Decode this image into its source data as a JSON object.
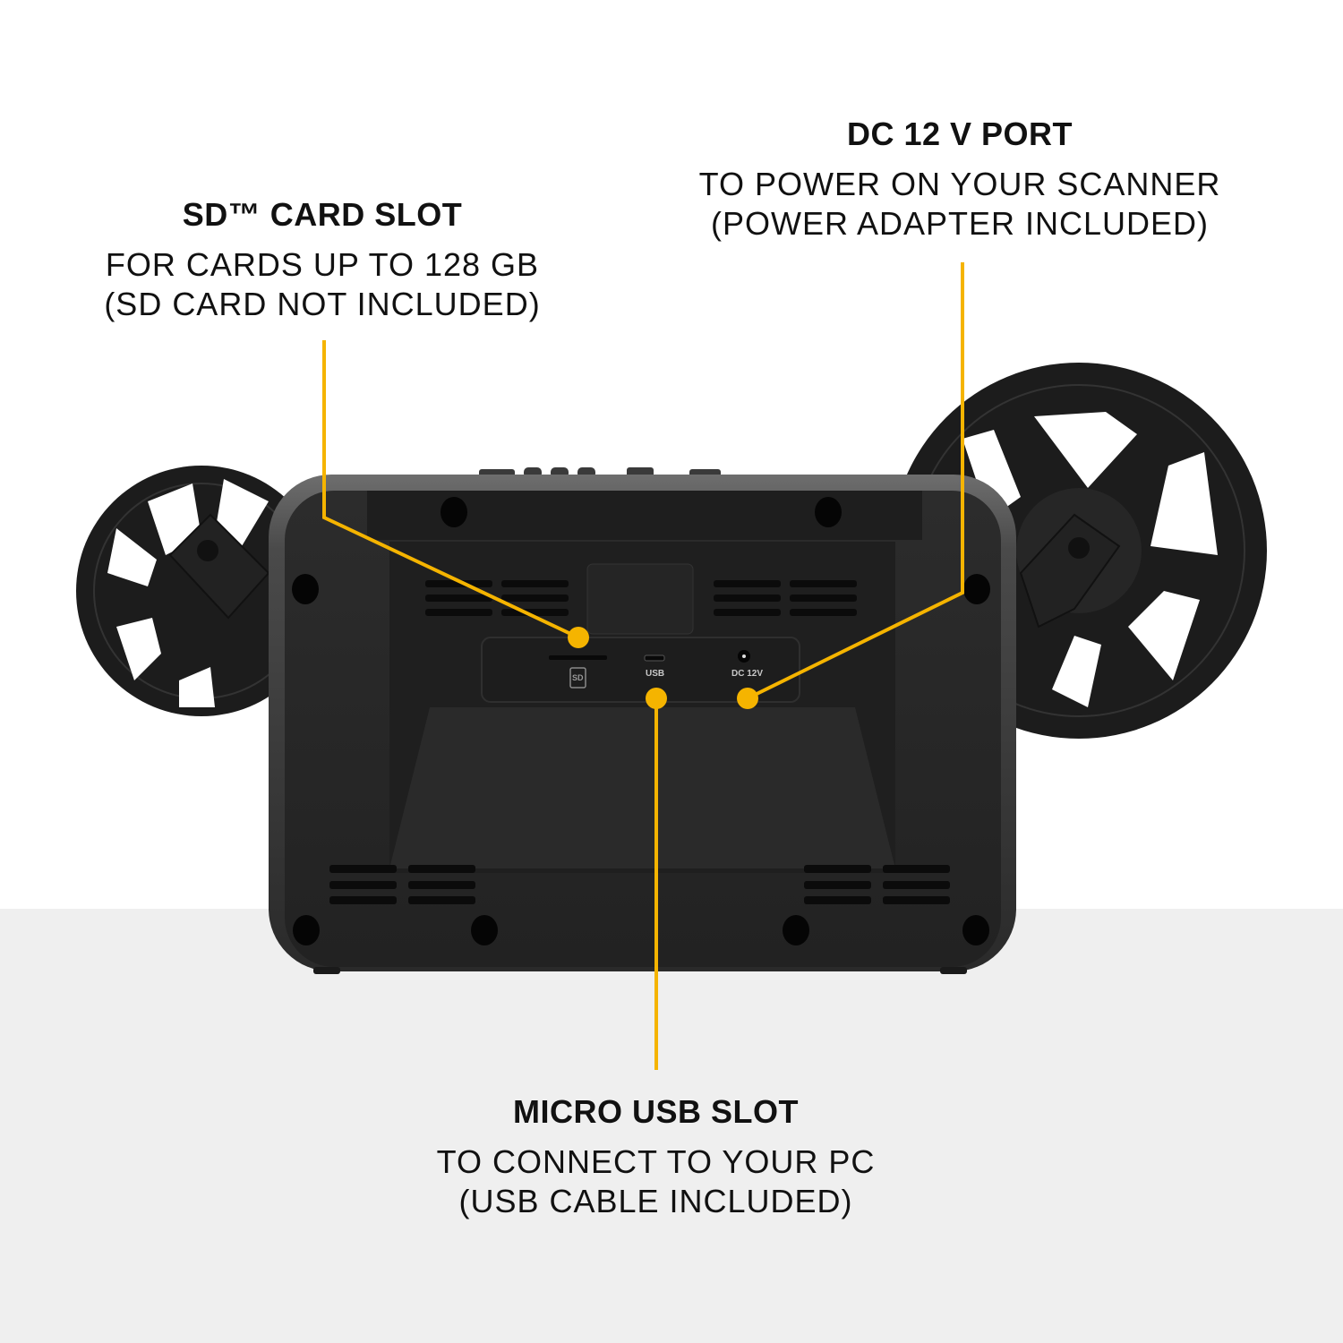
{
  "callouts": {
    "sd_card": {
      "title": "SD™ CARD SLOT",
      "line1": "FOR CARDS UP TO 128 GB",
      "line2": "(SD CARD NOT INCLUDED)"
    },
    "dc_port": {
      "title": "DC 12 V PORT",
      "line1": "TO POWER ON YOUR SCANNER",
      "line2": "(POWER ADAPTER INCLUDED)"
    },
    "usb": {
      "title": "MICRO USB SLOT",
      "line1": "TO CONNECT TO YOUR PC",
      "line2": "(USB CABLE INCLUDED)"
    }
  },
  "device": {
    "port_labels": {
      "sd": "SD",
      "usb": "USB",
      "dc": "DC 12V"
    }
  },
  "colors": {
    "accent": "#F5B400",
    "device_body": "#262626",
    "device_rim": "#5a5a5a",
    "floor": "#efefef"
  }
}
